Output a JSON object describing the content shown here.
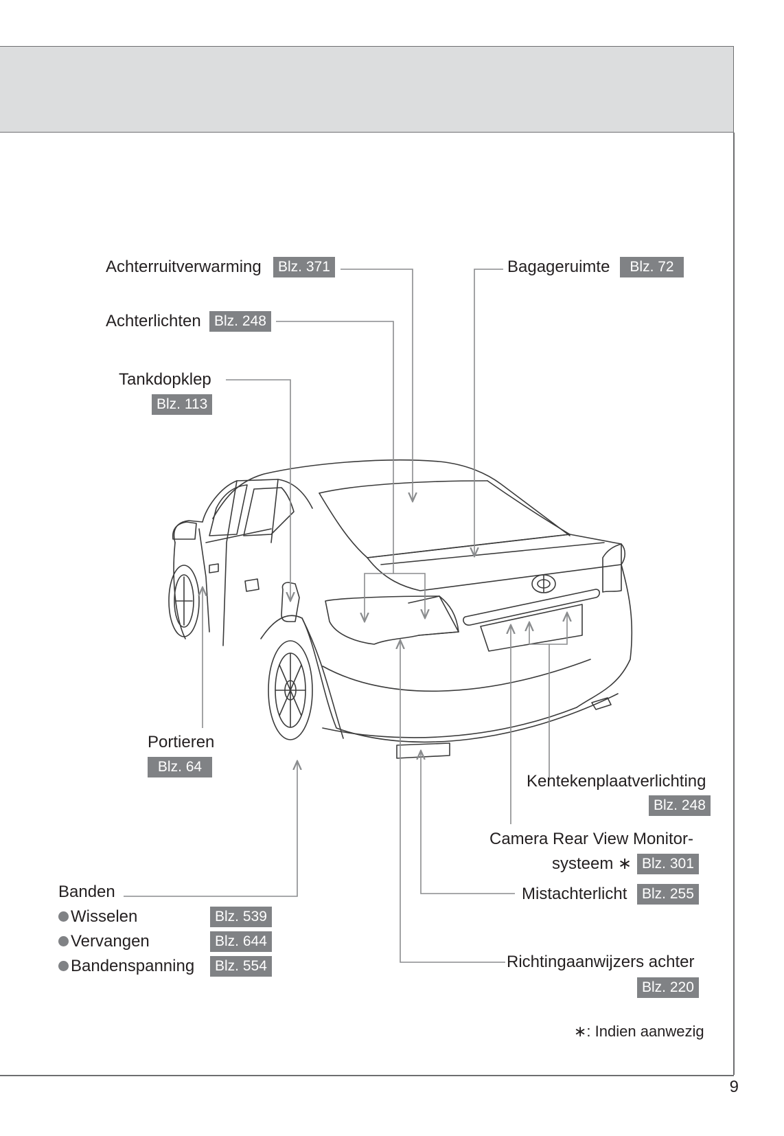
{
  "page_number": "9",
  "callouts": {
    "achterruitverwarming": {
      "label": "Achterruitverwarming",
      "page": "Blz. 371"
    },
    "achterlichten": {
      "label": "Achterlichten",
      "page": "Blz. 248"
    },
    "tankdopklep": {
      "label": "Tankdopklep",
      "page": "Blz. 113"
    },
    "bagageruimte": {
      "label": "Bagageruimte",
      "page": "Blz. 72"
    },
    "portieren": {
      "label": "Portieren",
      "page": "Blz. 64"
    },
    "kentekenplaatverlichting": {
      "label": "Kentekenplaatverlichting",
      "page": "Blz. 248"
    },
    "camera": {
      "label_line1": "Camera Rear View Monitor-",
      "label_line2": "systeem ∗",
      "page": "Blz. 301"
    },
    "mistachterlicht": {
      "label": "Mistachterlicht",
      "page": "Blz. 255"
    },
    "banden": {
      "label": "Banden",
      "items": [
        {
          "label": "Wisselen",
          "page": "Blz. 539"
        },
        {
          "label": "Vervangen",
          "page": "Blz. 644"
        },
        {
          "label": "Bandenspanning",
          "page": "Blz. 554"
        }
      ]
    },
    "richtingaanwijzers": {
      "label": "Richtingaanwijzers achter",
      "page": "Blz. 220"
    }
  },
  "footnote": "∗: Indien aanwezig",
  "colors": {
    "header_band": "#dcddde",
    "tag_bg": "#808285",
    "leader_line": "#8a8c8e"
  }
}
